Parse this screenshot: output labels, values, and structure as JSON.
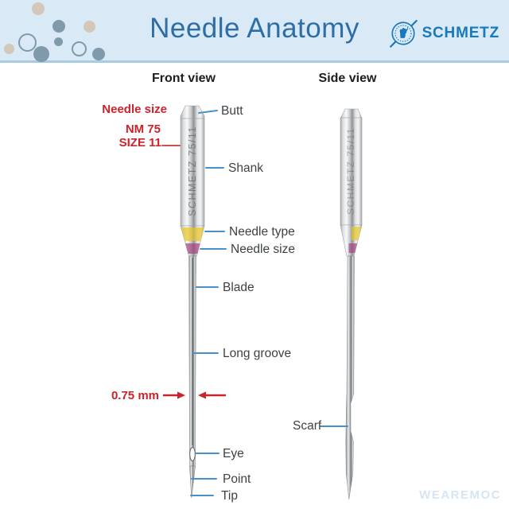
{
  "header": {
    "title": "Needle Anatomy",
    "brand_name": "SCHMETZ"
  },
  "view_titles": {
    "front": "Front view",
    "side": "Side view"
  },
  "front_view_labels": {
    "butt": "Butt",
    "shank": "Shank",
    "needle_type": "Needle type",
    "needle_size": "Needle size",
    "blade": "Blade",
    "long_groove": "Long groove",
    "eye": "Eye",
    "point": "Point",
    "tip": "Tip"
  },
  "side_view_labels": {
    "scarf": "Scarf"
  },
  "annotations": {
    "needle_size_heading": "Needle size",
    "nm_value": "NM 75",
    "size_value": "SIZE 11",
    "diameter": "0.75 mm"
  },
  "engraving": "SCHMETZ 75/11",
  "watermark": "WEAREMOC",
  "colors": {
    "header_bg": "#d9e9f5",
    "header_border": "#a9cbe2",
    "title_blue": "#2d6ea6",
    "brand_blue": "#1779be",
    "leader_blue": "#4a90c8",
    "accent_red": "#c9232b",
    "band_yellow": "#e8c51e",
    "band_magenta": "#a23d7c",
    "watermark_blue": "#d6e5f2"
  }
}
